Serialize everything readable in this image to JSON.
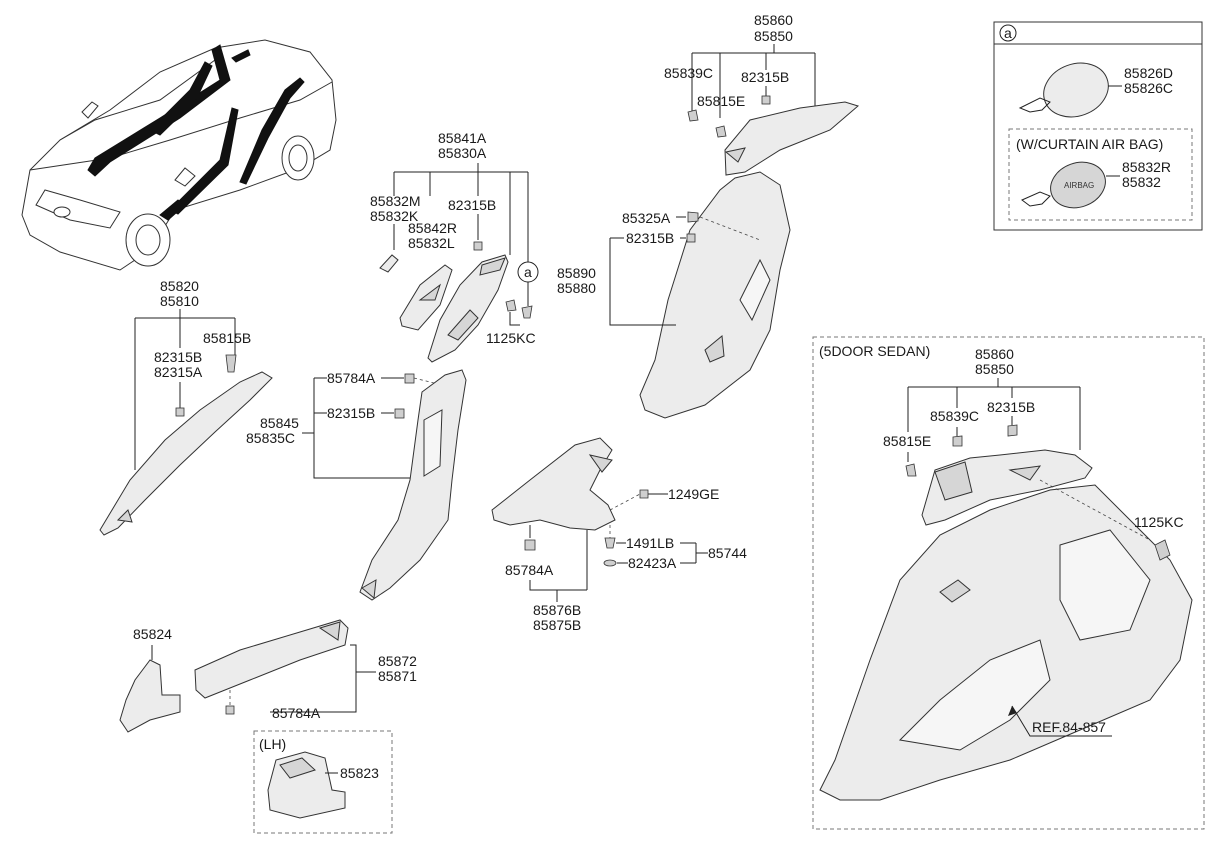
{
  "labels": {
    "p85860_top": "85860",
    "p85850_top": "85850",
    "p85839C_top": "85839C",
    "p82315B_top": "82315B",
    "p85815E_top": "85815E",
    "p85841A": "85841A",
    "p85830A": "85830A",
    "p85832M": "85832M",
    "p85832K": "85832K",
    "p82315B_mid": "82315B",
    "p85842R": "85842R",
    "p85832L": "85832L",
    "callout_a": "a",
    "p1125KC_mid": "1125KC",
    "p85325A": "85325A",
    "p82315B_c": "82315B",
    "p85890": "85890",
    "p85880": "85880",
    "p85820": "85820",
    "p85810": "85810",
    "p85815B": "85815B",
    "p82315B_a": "82315B",
    "p82315A": "82315A",
    "p85784A_b": "85784A",
    "p85845": "85845",
    "p85835C": "85835C",
    "p82315B_b": "82315B",
    "p1249GE": "1249GE",
    "p1491LB": "1491LB",
    "p85744": "85744",
    "p82423A": "82423A",
    "p85784A_c": "85784A",
    "p85876B": "85876B",
    "p85875B": "85875B",
    "p85824": "85824",
    "p85872": "85872",
    "p85871": "85871",
    "p85784A_d": "85784A",
    "lh_title": "(LH)",
    "p85823": "85823",
    "sedan_title": "(5DOOR SEDAN)",
    "p85860_s": "85860",
    "p85850_s": "85850",
    "p85839C_s": "85839C",
    "p82315B_s": "82315B",
    "p85815E_s": "85815E",
    "p1125KC_s": "1125KC",
    "ref": "REF.84-857",
    "inset_a": "a",
    "p85826D": "85826D",
    "p85826C": "85826C",
    "curtain_title": "(W/CURTAIN AIR BAG)",
    "p85832R": "85832R",
    "p85832": "85832",
    "airbag_text": "AIRBAG"
  }
}
